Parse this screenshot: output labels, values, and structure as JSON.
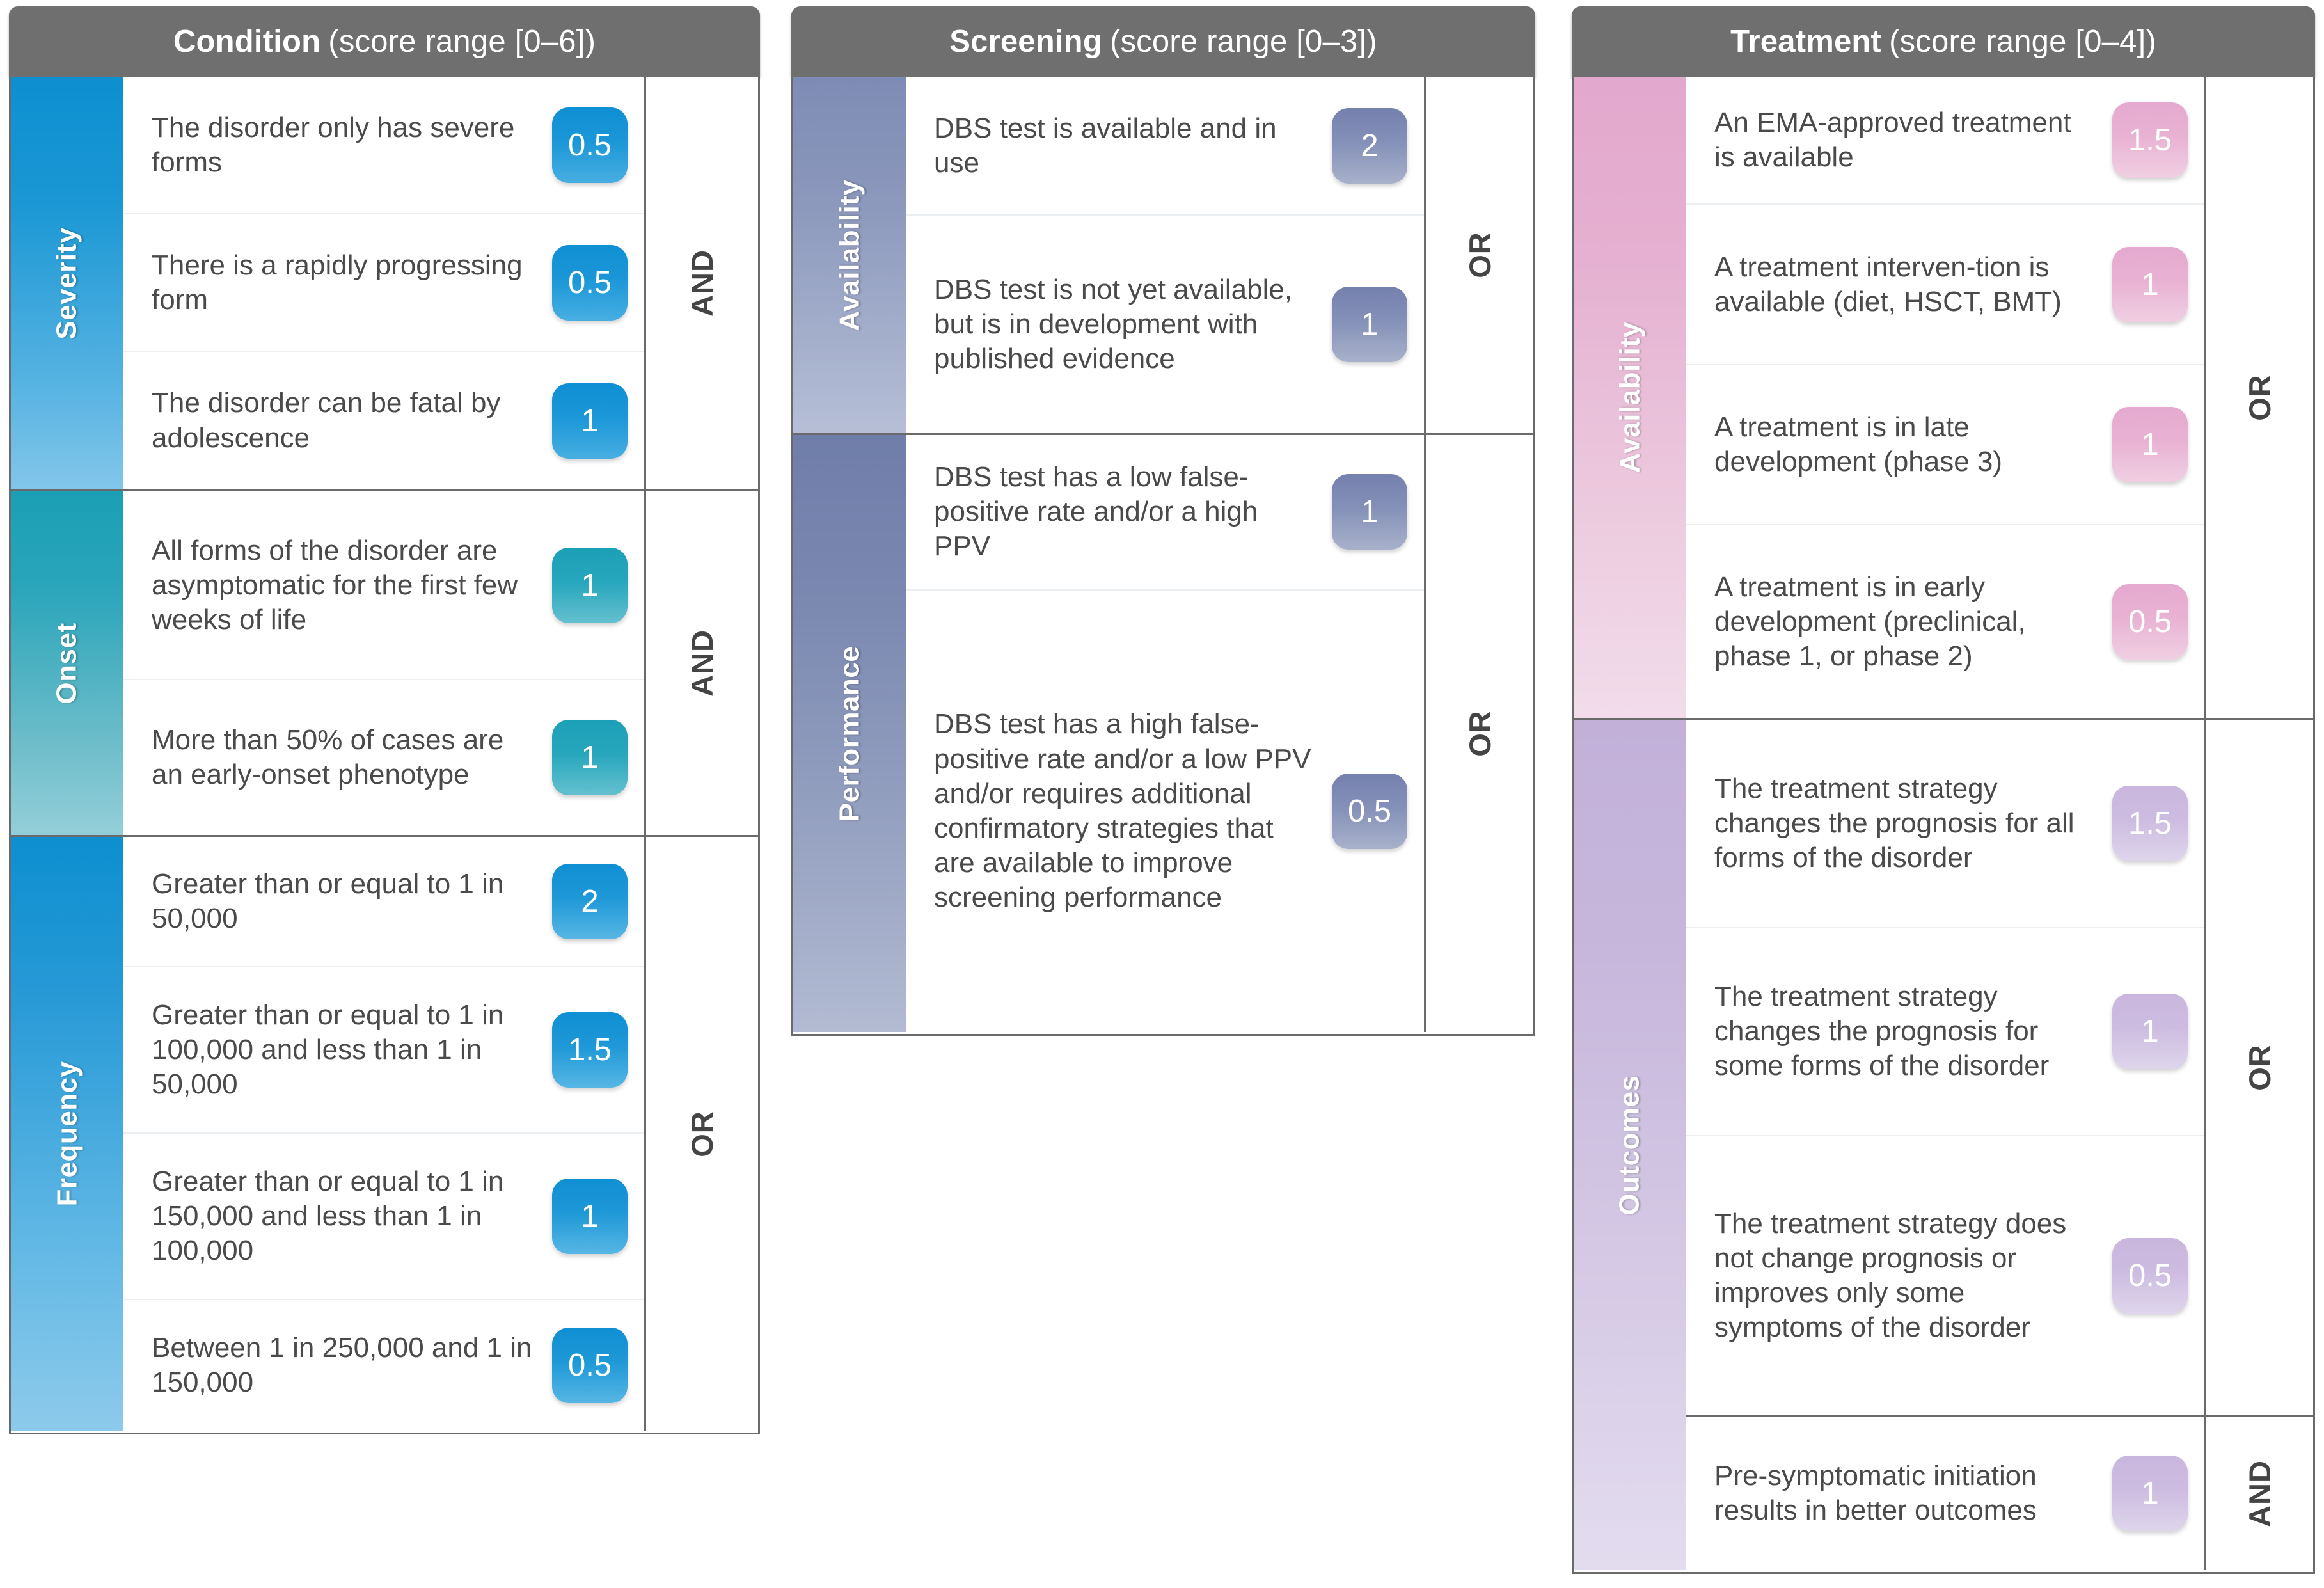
{
  "panels": [
    {
      "id": "condition",
      "title_strong": "Condition",
      "title_rest": "(score range [0–6])",
      "groups": [
        {
          "band_label": "Severity",
          "logic": "AND",
          "rows": [
            {
              "text": "The disorder only has severe forms",
              "score": "0.5"
            },
            {
              "text": "There is a rapidly progressing form",
              "score": "0.5"
            },
            {
              "text": "The disorder can be fatal by adolescence",
              "score": "1"
            }
          ]
        },
        {
          "band_label": "Onset",
          "logic": "AND",
          "rows": [
            {
              "text": "All forms of the disorder are asymptomatic for the first few weeks of life",
              "score": "1"
            },
            {
              "text": "More than 50% of cases are an early-onset phenotype",
              "score": "1"
            }
          ]
        },
        {
          "band_label": "Frequency",
          "logic": "OR",
          "rows": [
            {
              "text": "Greater than or equal to 1 in 50,000",
              "score": "2"
            },
            {
              "text": "Greater than or equal to 1 in 100,000 and less than 1 in 50,000",
              "score": "1.5"
            },
            {
              "text": "Greater than or equal to 1 in 150,000 and less than 1 in 100,000",
              "score": "1"
            },
            {
              "text": "Between 1 in 250,000 and 1 in 150,000",
              "score": "0.5"
            }
          ]
        }
      ]
    },
    {
      "id": "screening",
      "title_strong": "Screening",
      "title_rest": "(score range [0–3])",
      "groups": [
        {
          "band_label": "Availability",
          "logic": "OR",
          "rows": [
            {
              "text": "DBS test is available and in use",
              "score": "2"
            },
            {
              "text": "DBS test is not yet available, but is in development with published evidence",
              "score": "1"
            }
          ]
        },
        {
          "band_label": "Performance",
          "logic": "OR",
          "rows": [
            {
              "text": "DBS test has a low false-positive rate and/or a high PPV",
              "score": "1"
            },
            {
              "text": "DBS test has a high false-positive rate and/or a low PPV and/or requires additional confirmatory strategies that are available to improve screening performance",
              "score": "0.5"
            }
          ]
        }
      ]
    },
    {
      "id": "treatment",
      "title_strong": "Treatment",
      "title_rest": "(score range [0–4])",
      "groups": [
        {
          "band_label": "Availability",
          "logic": "OR",
          "rows": [
            {
              "text": "An EMA-approved treatment is available",
              "score": "1.5"
            },
            {
              "text": "A treatment interven-tion is available (diet, HSCT, BMT)",
              "score": "1"
            },
            {
              "text": "A treatment is in late development (phase 3)",
              "score": "1"
            },
            {
              "text": "A treatment is in early development (preclinical, phase 1, or phase 2)",
              "score": "0.5"
            }
          ]
        },
        {
          "band_label": "Outcomes",
          "logic": "OR",
          "logic2": "AND",
          "rows": [
            {
              "text": "The treatment strategy changes the prognosis for all forms of the disorder",
              "score": "1.5"
            },
            {
              "text": "The treatment strategy changes the prognosis for some forms of the disorder",
              "score": "1"
            },
            {
              "text": "The treatment strategy does not change prognosis or improves only some symptoms of the disorder",
              "score": "0.5"
            },
            {
              "text": "Pre-symptomatic initiation results in better outcomes",
              "score": "1"
            }
          ]
        }
      ]
    }
  ],
  "colors": {
    "header_bg": "#6f6f6f",
    "border": "#6a6a6a",
    "text": "#4a4a4a",
    "condition_severity": "#0d8fd0",
    "condition_onset": "#1a9fb5",
    "condition_frequency": "#0d8fd0",
    "screening_availability": "#7e8cb5",
    "screening_performance": "#6f7da9",
    "treatment_availability": "#e3a8cd",
    "treatment_outcomes": "#c2b0d9"
  }
}
